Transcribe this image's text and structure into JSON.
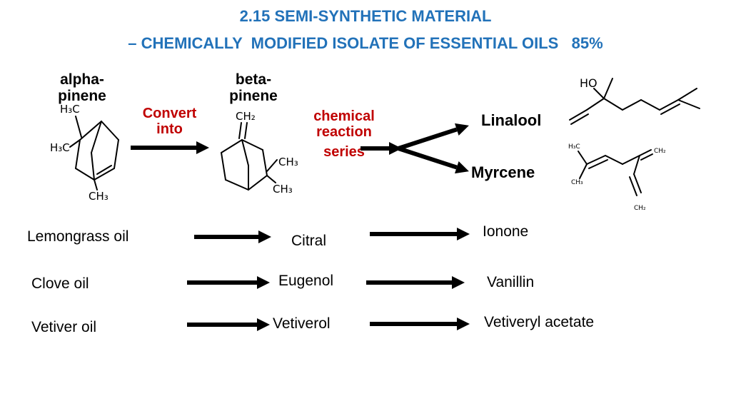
{
  "slide": {
    "title_line1": "2.15 SEMI-SYNTHETIC MATERIAL",
    "title_line2": "– CHEMICALLY  MODIFIED ISOLATE OF ESSENTIAL OILS   85%"
  },
  "colors": {
    "title_blue": "#2272b9",
    "accent_red": "#c00000",
    "black": "#000000",
    "background": "#ffffff"
  },
  "pinene_flow": {
    "alpha_name_line1": "alpha-",
    "alpha_name_line2": "pinene",
    "convert_label_line1": "Convert",
    "convert_label_line2": "into",
    "beta_name_line1": "beta-",
    "beta_name_line2": "pinene",
    "reaction_label_line1": "chemical",
    "reaction_label_line2": "reaction",
    "reaction_label_line3": "series",
    "product_top": "Linalool",
    "product_bottom": "Myrcene"
  },
  "structures": {
    "alpha_pinene": {
      "methyl_top": "H₃C",
      "methyl_left": "H₃C",
      "methyl_bottom": "CH₃"
    },
    "beta_pinene": {
      "methylene_top": "CH₂",
      "methyl_right_upper": "CH₃",
      "methyl_right_lower": "CH₃"
    },
    "linalool": {
      "hydroxyl": "HO"
    },
    "myrcene": {
      "methyl_top": "H₃C",
      "methyl_bottom": "CH₃",
      "methylene_right": "CH₂",
      "methylene_bottom": "CH₂"
    }
  },
  "oil_rows": [
    {
      "source": "Lemongrass oil",
      "intermediate": "Citral",
      "product": "Ionone"
    },
    {
      "source": "Clove oil",
      "intermediate": "Eugenol",
      "product": "Vanillin"
    },
    {
      "source": "Vetiver oil",
      "intermediate": "Vetiverol",
      "product": "Vetiveryl acetate"
    }
  ]
}
